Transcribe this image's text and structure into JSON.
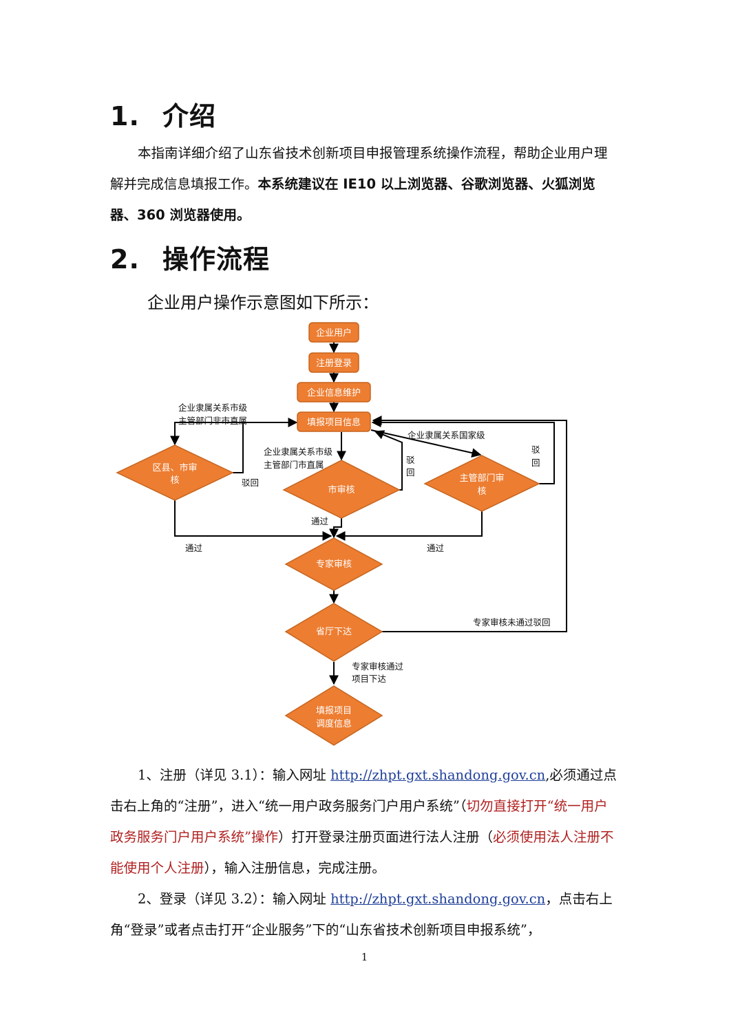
{
  "section1": {
    "num": "1.",
    "title": "介绍"
  },
  "intro": {
    "normal": "本指南详细介绍了山东省技术创新项目申报管理系统操作流程，帮助企业用户理解并完成信息填报工作。",
    "bold": "本系统建议在 IE10 以上浏览器、谷歌浏览器、火狐浏览器、360 浏览器使用。"
  },
  "section2": {
    "num": "2.",
    "title": "操作流程"
  },
  "caption": "企业用户操作示意图如下所示：",
  "flow": {
    "boxes": {
      "user": "企业用户",
      "register": "注册登录",
      "maintain": "企业信息维护",
      "fill": "填报项目信息"
    },
    "diamonds": {
      "district_1": "区县、市审",
      "district_2": "核",
      "city": "市审核",
      "dept_1": "主管部门审",
      "dept_2": "核",
      "expert": "专家审核",
      "province": "省厅下达",
      "schedule_1": "填报项目",
      "schedule_2": "调度信息"
    },
    "labels": {
      "nonDirect_1": "企业隶属关系市级",
      "nonDirect_2": "主管部门非市直属",
      "direct_1": "企业隶属关系市级",
      "direct_2": "主管部门市直属",
      "national": "企业隶属关系国家级",
      "reject_district": "驳回",
      "reject_city_1": "驳",
      "reject_city_2": "回",
      "reject_dept_1": "驳",
      "reject_dept_2": "回",
      "pass_left": "通过",
      "pass_center": "通过",
      "pass_right": "通过",
      "expert_reject": "专家审核未通过驳回",
      "issued_1": "专家审核通过",
      "issued_2": "项目下达"
    },
    "colors": {
      "fill": "#ED7D31",
      "stroke": "#c5651f",
      "line": "#000000"
    }
  },
  "steps": {
    "s1": {
      "a": "1、注册（详见 3.1）：输入网址 ",
      "url": "http://zhpt.gxt.shandong.gov.cn",
      "b": ",必须通过点击右上角的“注册”，进入“统一用户政务服务门户用户系统”（",
      "red1": "切勿直接打开“统一用户政务服务门户用户系统”操作",
      "c": "）打开登录注册页面进行法人注册（",
      "red2": "必须使用法人注册不能使用个人注册",
      "d": "），输入注册信息，完成注册。"
    },
    "s2": {
      "a": "2、登录（详见 3.2）：输入网址 ",
      "url": "http://zhpt.gxt.shandong.gov.cn",
      "b": "，点击右上角“登录”或者点击打开“企业服务”下的“山东省技术创新项目申报系统”，"
    }
  },
  "page_number": "1"
}
